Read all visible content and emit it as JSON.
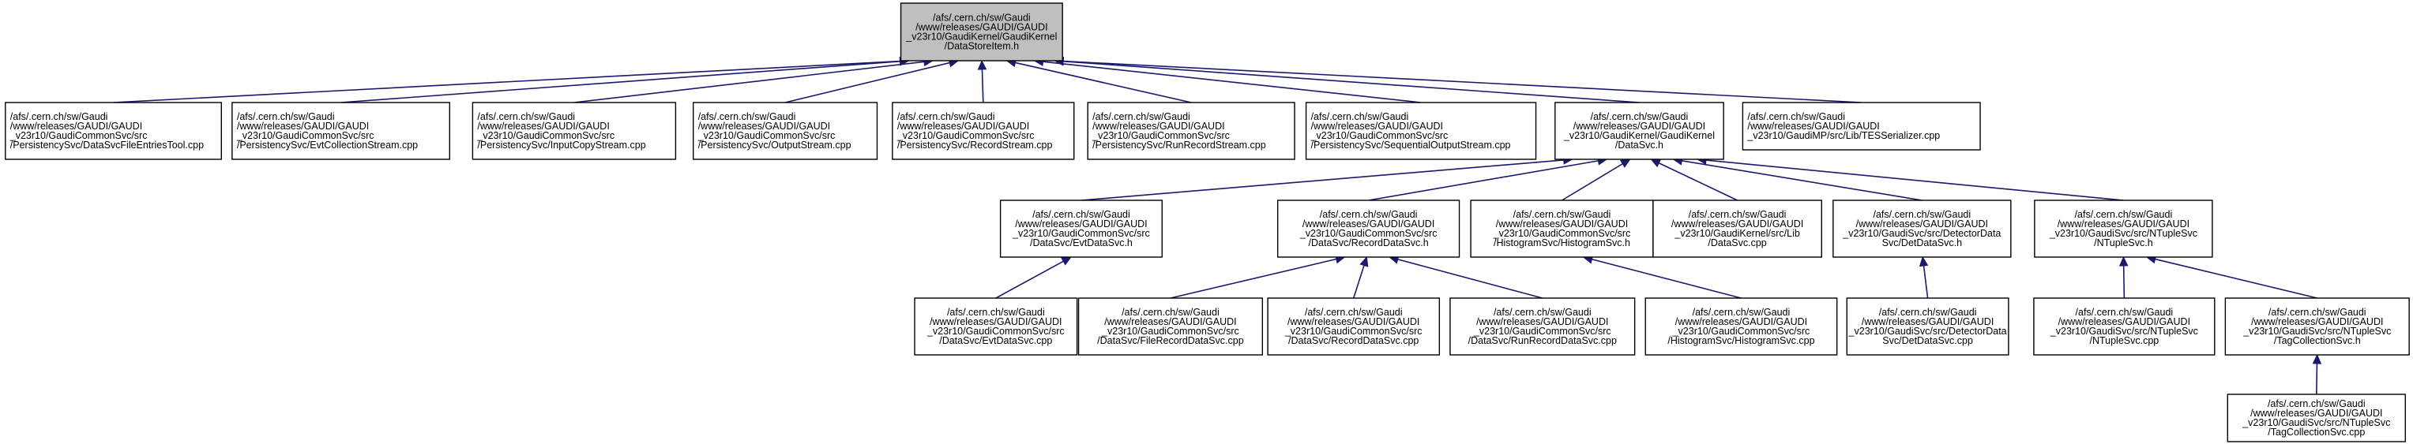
{
  "nodes": {
    "datastoreitem": [
      "/afs/.cern.ch/sw/Gaudi",
      "/www/releases/GAUDI/GAUDI",
      "_v23r10/GaudiKernel/GaudiKernel",
      "/DataStoreItem.h"
    ],
    "datasvcfileentries": [
      "/afs/.cern.ch/sw/Gaudi",
      "/www/releases/GAUDI/GAUDI",
      "_v23r10/GaudiCommonSvc/src",
      "/PersistencySvc/DataSvcFileEntriesTool.cpp"
    ],
    "evtcollectionstream": [
      "/afs/.cern.ch/sw/Gaudi",
      "/www/releases/GAUDI/GAUDI",
      "_v23r10/GaudiCommonSvc/src",
      "/PersistencySvc/EvtCollectionStream.cpp"
    ],
    "inputcopystream": [
      "/afs/.cern.ch/sw/Gaudi",
      "/www/releases/GAUDI/GAUDI",
      "_v23r10/GaudiCommonSvc/src",
      "/PersistencySvc/InputCopyStream.cpp"
    ],
    "outputstream": [
      "/afs/.cern.ch/sw/Gaudi",
      "/www/releases/GAUDI/GAUDI",
      "_v23r10/GaudiCommonSvc/src",
      "/PersistencySvc/OutputStream.cpp"
    ],
    "recordstream": [
      "/afs/.cern.ch/sw/Gaudi",
      "/www/releases/GAUDI/GAUDI",
      "_v23r10/GaudiCommonSvc/src",
      "/PersistencySvc/RecordStream.cpp"
    ],
    "runrecordstream": [
      "/afs/.cern.ch/sw/Gaudi",
      "/www/releases/GAUDI/GAUDI",
      "_v23r10/GaudiCommonSvc/src",
      "/PersistencySvc/RunRecordStream.cpp"
    ],
    "sequentialoutputstream": [
      "/afs/.cern.ch/sw/Gaudi",
      "/www/releases/GAUDI/GAUDI",
      "_v23r10/GaudiCommonSvc/src",
      "/PersistencySvc/SequentialOutputStream.cpp"
    ],
    "datasvc_h": [
      "/afs/.cern.ch/sw/Gaudi",
      "/www/releases/GAUDI/GAUDI",
      "_v23r10/GaudiKernel/GaudiKernel",
      "/DataSvc.h"
    ],
    "tesserializer": [
      "/afs/.cern.ch/sw/Gaudi",
      "/www/releases/GAUDI/GAUDI",
      "_v23r10/GaudiMP/src/Lib/TESSerializer.cpp"
    ],
    "evtdatasvc_h": [
      "/afs/.cern.ch/sw/Gaudi",
      "/www/releases/GAUDI/GAUDI",
      "_v23r10/GaudiCommonSvc/src",
      "/DataSvc/EvtDataSvc.h"
    ],
    "recorddatasvc_h": [
      "/afs/.cern.ch/sw/Gaudi",
      "/www/releases/GAUDI/GAUDI",
      "_v23r10/GaudiCommonSvc/src",
      "/DataSvc/RecordDataSvc.h"
    ],
    "histogramsvc_h": [
      "/afs/.cern.ch/sw/Gaudi",
      "/www/releases/GAUDI/GAUDI",
      "_v23r10/GaudiCommonSvc/src",
      "/HistogramSvc/HistogramSvc.h"
    ],
    "datasvc_cpp": [
      "/afs/.cern.ch/sw/Gaudi",
      "/www/releases/GAUDI/GAUDI",
      "_v23r10/GaudiKernel/src/Lib",
      "/DataSvc.cpp"
    ],
    "detdatasvc_h": [
      "/afs/.cern.ch/sw/Gaudi",
      "/www/releases/GAUDI/GAUDI",
      "_v23r10/GaudiSvc/src/DetectorData",
      "Svc/DetDataSvc.h"
    ],
    "ntuplesvc_h": [
      "/afs/.cern.ch/sw/Gaudi",
      "/www/releases/GAUDI/GAUDI",
      "_v23r10/GaudiSvc/src/NTupleSvc",
      "/NTupleSvc.h"
    ],
    "evtdatasvc_cpp": [
      "/afs/.cern.ch/sw/Gaudi",
      "/www/releases/GAUDI/GAUDI",
      "_v23r10/GaudiCommonSvc/src",
      "/DataSvc/EvtDataSvc.cpp"
    ],
    "filerecorddatasvc_cpp": [
      "/afs/.cern.ch/sw/Gaudi",
      "/www/releases/GAUDI/GAUDI",
      "_v23r10/GaudiCommonSvc/src",
      "/DataSvc/FileRecordDataSvc.cpp"
    ],
    "recorddatasvc_cpp": [
      "/afs/.cern.ch/sw/Gaudi",
      "/www/releases/GAUDI/GAUDI",
      "_v23r10/GaudiCommonSvc/src",
      "/DataSvc/RecordDataSvc.cpp"
    ],
    "runrecorddatasvc_cpp": [
      "/afs/.cern.ch/sw/Gaudi",
      "/www/releases/GAUDI/GAUDI",
      "_v23r10/GaudiCommonSvc/src",
      "/DataSvc/RunRecordDataSvc.cpp"
    ],
    "histogramsvc_cpp": [
      "/afs/.cern.ch/sw/Gaudi",
      "/www/releases/GAUDI/GAUDI",
      "_v23r10/GaudiCommonSvc/src",
      "/HistogramSvc/HistogramSvc.cpp"
    ],
    "detdatasvc_cpp": [
      "/afs/.cern.ch/sw/Gaudi",
      "/www/releases/GAUDI/GAUDI",
      "_v23r10/GaudiSvc/src/DetectorData",
      "Svc/DetDataSvc.cpp"
    ],
    "ntuplesvc_cpp": [
      "/afs/.cern.ch/sw/Gaudi",
      "/www/releases/GAUDI/GAUDI",
      "_v23r10/GaudiSvc/src/NTupleSvc",
      "/NTupleSvc.cpp"
    ],
    "tagcollectionsvc_h": [
      "/afs/.cern.ch/sw/Gaudi",
      "/www/releases/GAUDI/GAUDI",
      "_v23r10/GaudiSvc/src/NTupleSvc",
      "/TagCollectionSvc.h"
    ],
    "tagcollectionsvc_cpp": [
      "/afs/.cern.ch/sw/Gaudi",
      "/www/releases/GAUDI/GAUDI",
      "_v23r10/GaudiSvc/src/NTupleSvc",
      "/TagCollectionSvc.cpp"
    ]
  },
  "edges": [
    [
      "datasvcfileentries",
      "datastoreitem"
    ],
    [
      "evtcollectionstream",
      "datastoreitem"
    ],
    [
      "inputcopystream",
      "datastoreitem"
    ],
    [
      "outputstream",
      "datastoreitem"
    ],
    [
      "recordstream",
      "datastoreitem"
    ],
    [
      "runrecordstream",
      "datastoreitem"
    ],
    [
      "sequentialoutputstream",
      "datastoreitem"
    ],
    [
      "datasvc_h",
      "datastoreitem"
    ],
    [
      "tesserializer",
      "datastoreitem"
    ],
    [
      "evtdatasvc_h",
      "datasvc_h"
    ],
    [
      "recorddatasvc_h",
      "datasvc_h"
    ],
    [
      "histogramsvc_h",
      "datasvc_h"
    ],
    [
      "datasvc_cpp",
      "datasvc_h"
    ],
    [
      "detdatasvc_h",
      "datasvc_h"
    ],
    [
      "ntuplesvc_h",
      "datasvc_h"
    ],
    [
      "evtdatasvc_cpp",
      "evtdatasvc_h"
    ],
    [
      "filerecorddatasvc_cpp",
      "recorddatasvc_h"
    ],
    [
      "recorddatasvc_cpp",
      "recorddatasvc_h"
    ],
    [
      "runrecorddatasvc_cpp",
      "recorddatasvc_h"
    ],
    [
      "histogramsvc_cpp",
      "histogramsvc_h"
    ],
    [
      "detdatasvc_cpp",
      "detdatasvc_h"
    ],
    [
      "ntuplesvc_cpp",
      "ntuplesvc_h"
    ],
    [
      "tagcollectionsvc_h",
      "ntuplesvc_h"
    ],
    [
      "tagcollectionsvc_cpp",
      "tagcollectionsvc_h"
    ]
  ],
  "colors": {
    "edge": "#191970",
    "focus_fill": "#bfbfbf",
    "node_fill": "#ffffff",
    "node_border": "#000000"
  }
}
